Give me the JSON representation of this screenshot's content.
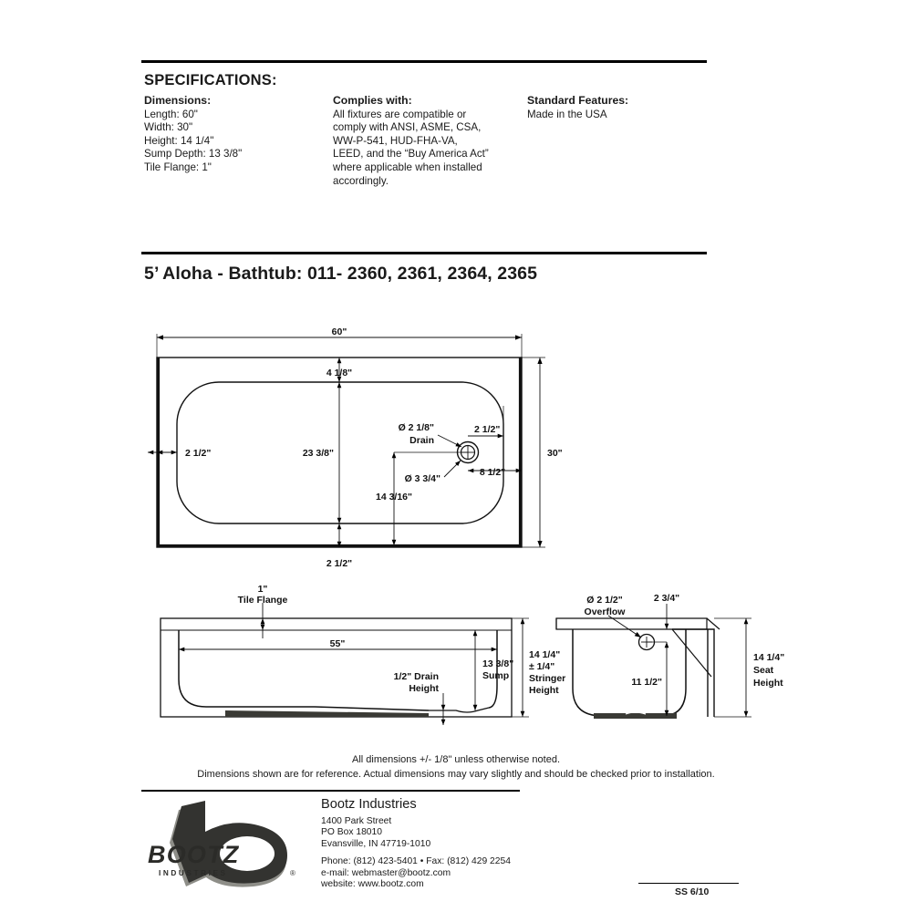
{
  "document": {
    "revision_code": "SS 6/10"
  },
  "specifications": {
    "heading": "SPECIFICATIONS:",
    "columns": [
      {
        "title": "Dimensions:",
        "lines": [
          "Length: 60\"",
          "Width: 30\"",
          "Height: 14 1/4\"",
          "Sump Depth: 13 3/8\"",
          "Tile Flange: 1\""
        ]
      },
      {
        "title": "Complies with:",
        "lines": [
          "All fixtures are compatible or",
          "comply with ANSI, ASME, CSA,",
          "WW-P-541, HUD-FHA-VA,",
          "LEED, and the “Buy America Act”",
          "where applicable when installed",
          "accordingly."
        ]
      },
      {
        "title": "Standard Features:",
        "lines": [
          "Made in the USA"
        ]
      }
    ]
  },
  "product": {
    "title": "5’ Aloha - Bathtub: 011- 2360, 2361, 2364, 2365"
  },
  "top_view": {
    "overall_length": "60\"",
    "overall_width": "30\"",
    "flange_top": "4 1/8\"",
    "flange_bottom": "2 1/2\"",
    "flange_left": "2 1/2\"",
    "inner_width": "23 3/8\"",
    "drain_diameter": "Ø 2 1/8\"",
    "drain_label": "Drain",
    "drain_outer_diameter": "Ø 3 3/4\"",
    "drain_to_right_inner": "2 1/2\"",
    "drain_to_right_outer": "8 1/2\"",
    "drain_from_bottom": "14 3/16\""
  },
  "side_view": {
    "tile_flange_value": "1\"",
    "tile_flange_label": "Tile Flange",
    "interior_length": "55\"",
    "sump_value": "13 3/8\"",
    "sump_label": "Sump",
    "drain_height_value": "1/2\" Drain",
    "drain_height_label": "Height",
    "stringer_value": "14 1/4\"",
    "stringer_tolerance": "± 1/4\"",
    "stringer_label_1": "Stringer",
    "stringer_label_2": "Height",
    "overflow_diameter": "Ø 2 1/2\"",
    "overflow_label": "Overflow",
    "overflow_offset": "2 3/4\"",
    "overflow_height": "11 1/2\"",
    "seat_value": "14 1/4\"",
    "seat_label_1": "Seat",
    "seat_label_2": "Height"
  },
  "notes": {
    "line1": "All dimensions +/- 1/8\" unless otherwise noted.",
    "line2": "Dimensions shown are for reference. Actual dimensions may vary slightly and should be checked prior to installation."
  },
  "company": {
    "name": "Bootz Industries",
    "address": [
      "1400 Park Street",
      "PO Box 18010",
      "Evansville, IN 47719-1010"
    ],
    "contact": [
      "Phone: (812) 423-5401 • Fax: (812) 429 2254",
      "e-mail: webmaster@bootz.com",
      "website: www.bootz.com"
    ],
    "logo_wordmark": "BOOTZ",
    "logo_subtext": "INDUSTRIES",
    "logo_registered": "®"
  }
}
